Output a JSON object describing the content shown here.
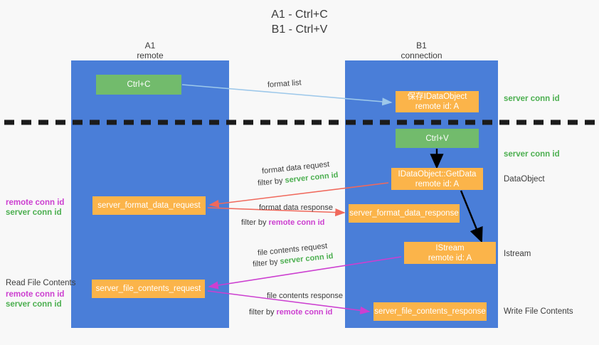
{
  "title": {
    "line1": "A1 - Ctrl+C",
    "line2": "B1 - Ctrl+V"
  },
  "lanes": [
    {
      "name": "A1",
      "subtitle": "remote",
      "color": "#4a7ed8"
    },
    {
      "name": "B1",
      "subtitle": "connection",
      "color": "#4a7ed8"
    }
  ],
  "colors": {
    "lane": "#4a7ed8",
    "green_node": "#72bb6c",
    "orange_node": "#fbb44a",
    "server_conn_text": "#4caf50",
    "remote_conn_text": "#cc3fd0",
    "arrow_blue": "#9dc8ea",
    "arrow_red": "#f0695c",
    "arrow_magenta": "#cc3fd0",
    "arrow_black": "#000000",
    "background": "#f8f8f8"
  },
  "nodes": {
    "ctrl_c": {
      "label": "Ctrl+C",
      "style": "green"
    },
    "idataobject": {
      "line1": "保存IDataObject",
      "line2": "remote id: A",
      "style": "orange"
    },
    "ctrl_v": {
      "label": "Ctrl+V",
      "style": "green"
    },
    "getdata": {
      "line1": "IDataObject::GetData",
      "line2": "remote id: A",
      "style": "orange"
    },
    "server_format_data_request": {
      "label": "server_format_data_request",
      "style": "orange"
    },
    "server_format_data_response": {
      "label": "server_format_data_response",
      "style": "orange"
    },
    "istream": {
      "line1": "IStream",
      "line2": "remote id: A",
      "style": "orange"
    },
    "server_file_contents_request": {
      "label": "server_file_contents_request",
      "style": "orange"
    },
    "server_file_contents_response": {
      "label": "server_file_contents_response",
      "style": "orange"
    }
  },
  "side_labels": {
    "server_conn_id_1": "server conn id",
    "server_conn_id_2": "server conn id",
    "data_object": "DataObject",
    "istream": "Istream",
    "write_file_contents": "Write File Contents"
  },
  "left_labels": {
    "group1": {
      "remote": "remote conn id",
      "server": "server conn id"
    },
    "group2": {
      "title": "Read File Contents",
      "remote": "remote conn id",
      "server": "server conn id"
    }
  },
  "annotations": {
    "format_list": "format list",
    "format_data_request": "format data request",
    "format_data_request_filter_prefix": "filter by ",
    "format_data_request_filter_value": "server conn id",
    "format_data_response": "format data response",
    "format_data_response_filter_prefix": "filter by ",
    "format_data_response_filter_value": "remote conn id",
    "file_contents_request": "file contents request",
    "file_contents_request_filter_prefix": "filter by ",
    "file_contents_request_filter_value": "server conn id",
    "file_contents_response": "file contents response",
    "file_contents_response_filter_prefix": "filter by ",
    "file_contents_response_filter_value": "remote conn id"
  }
}
